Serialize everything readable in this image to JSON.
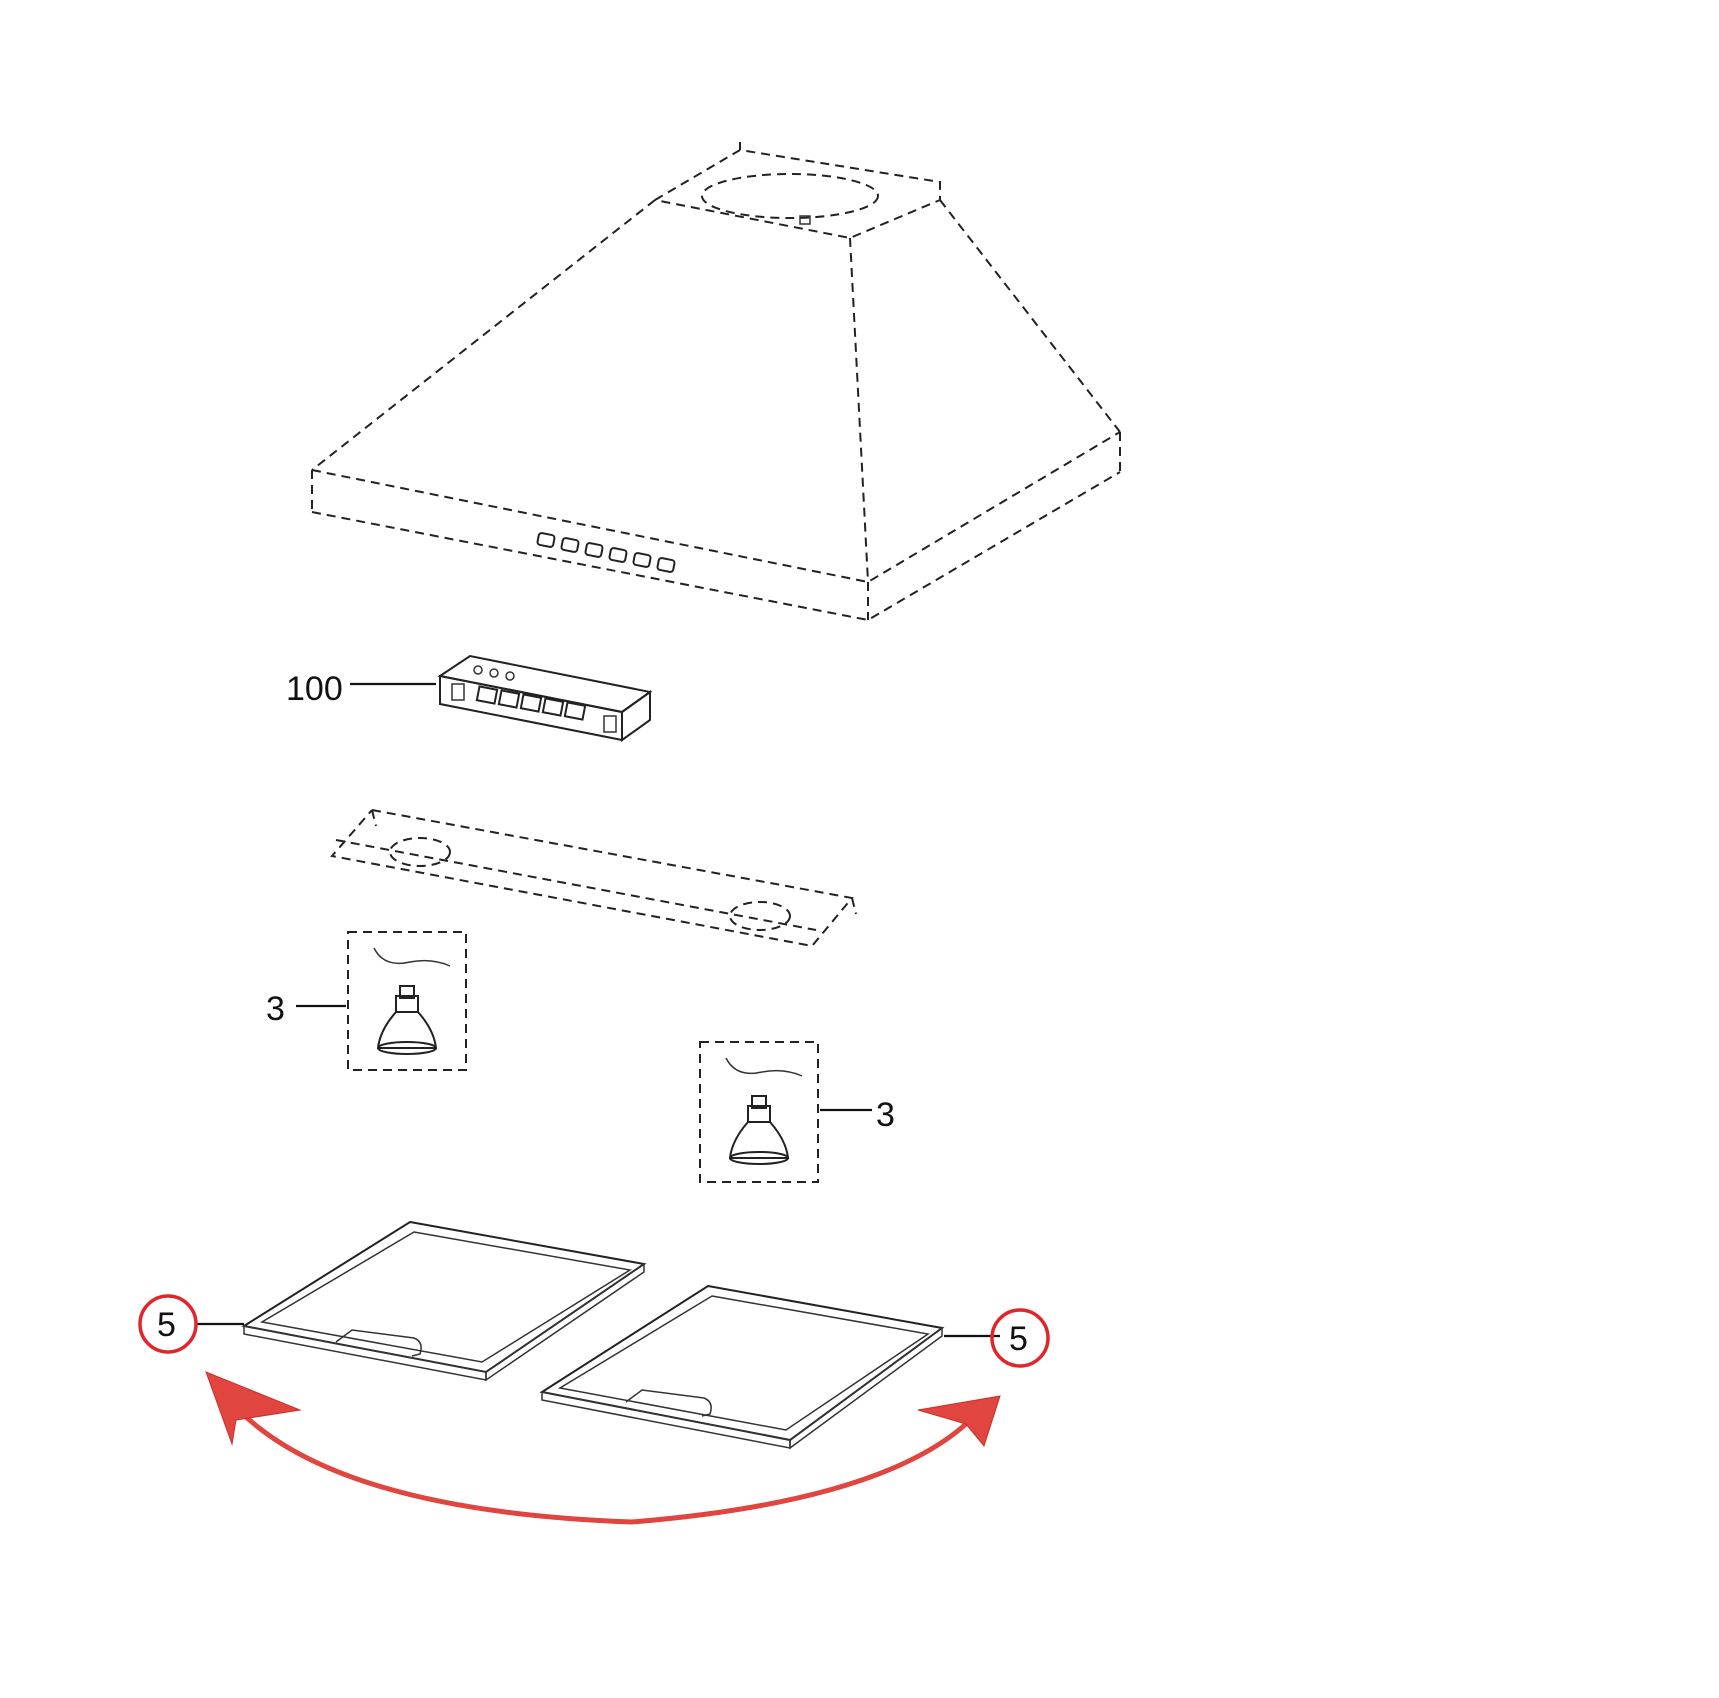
{
  "callouts": {
    "control_board": "100",
    "lamp_left": "3",
    "lamp_right": "3",
    "filter_left": "5",
    "filter_right": "5"
  },
  "colors": {
    "line_art": "#222222",
    "highlight": "#e0262a",
    "arrow": "#e0453f",
    "background": "#ffffff"
  }
}
